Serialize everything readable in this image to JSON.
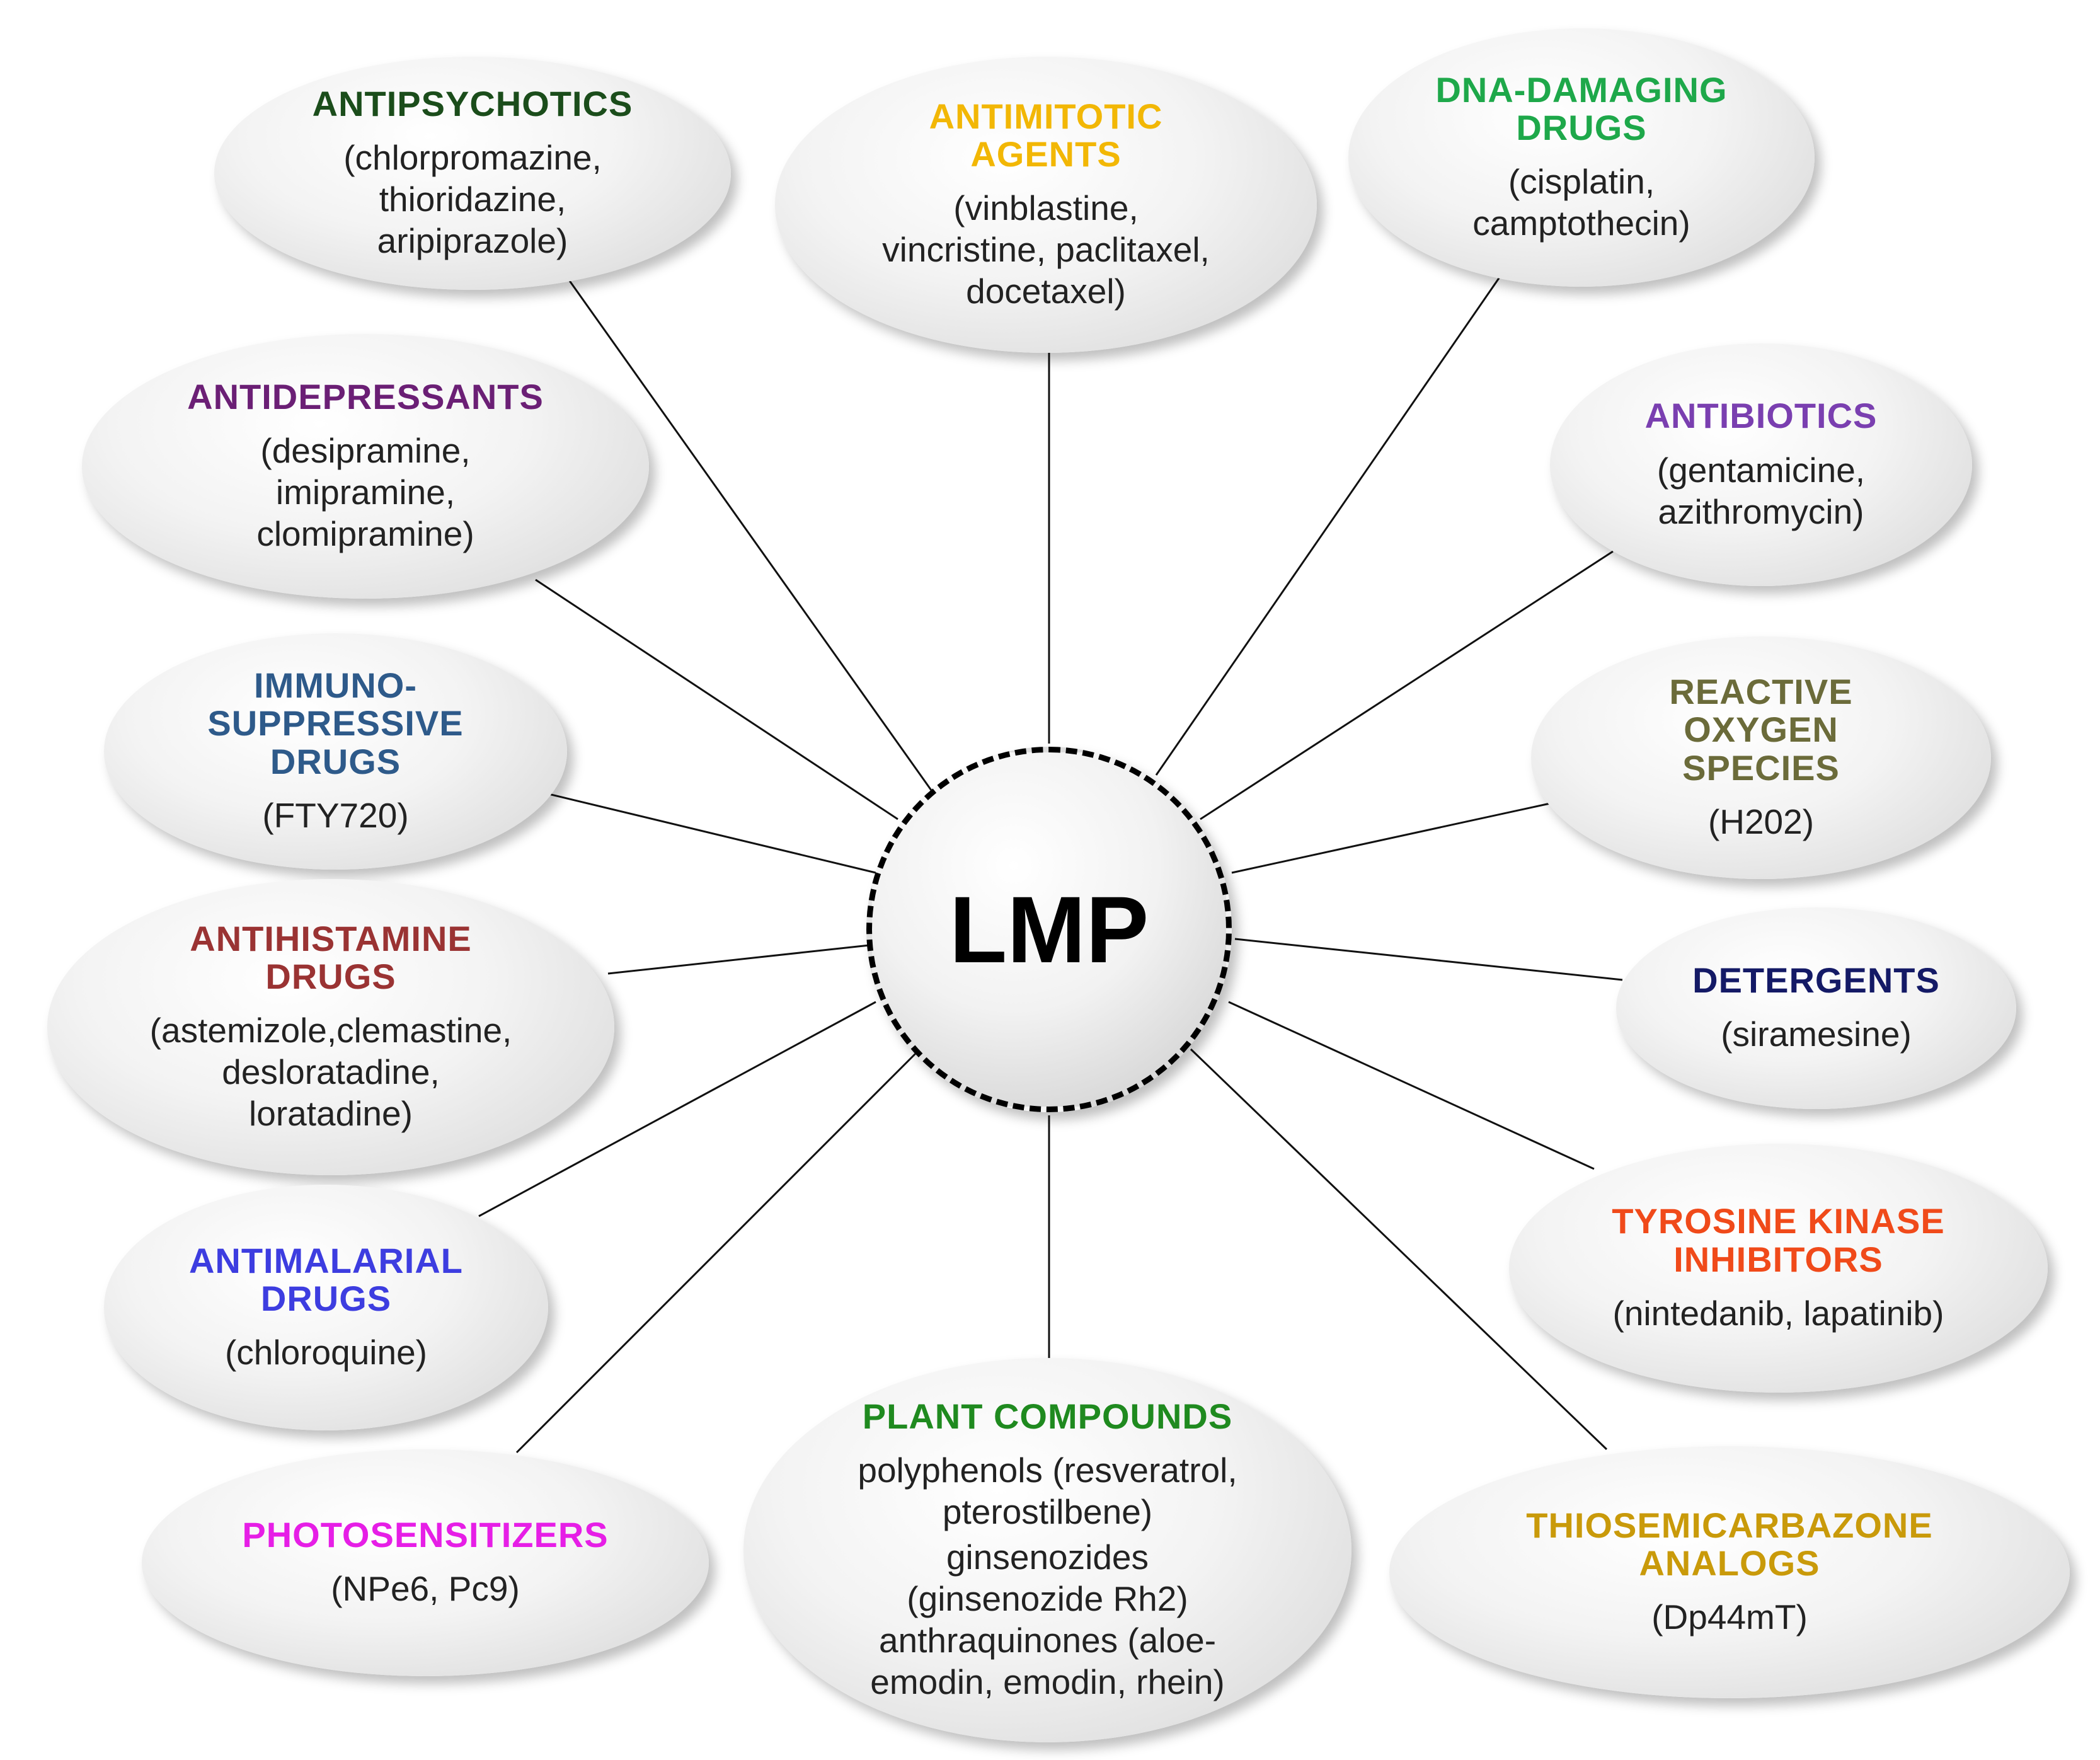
{
  "center": {
    "label": "LMP"
  },
  "nodes": [
    {
      "key": "antipsychotics",
      "title": "ANTIPSYCHOTICS",
      "color": "#1b4d1b",
      "details": [
        "(chlorpromazine,\nthioridazine,\naripiprazole)"
      ]
    },
    {
      "key": "antimitotic",
      "title": "ANTIMITOTIC\nAGENTS",
      "color": "#f2b705",
      "details": [
        "(vinblastine,\nvincristine, paclitaxel,\ndocetaxel)"
      ]
    },
    {
      "key": "dna-damaging",
      "title": "DNA-DAMAGING\nDRUGS",
      "color": "#1ea84a",
      "details": [
        "(cisplatin,\ncamptothecin)"
      ]
    },
    {
      "key": "antidepressants",
      "title": "ANTIDEPRESSANTS",
      "color": "#6b1f75",
      "details": [
        "(desipramine,\nimipramine,\nclomipramine)"
      ]
    },
    {
      "key": "antibiotics",
      "title": "ANTIBIOTICS",
      "color": "#7a3fb0",
      "details": [
        "(gentamicine,\nazithromycin)"
      ]
    },
    {
      "key": "immunosuppressive",
      "title": "IMMUNO-\nSUPPRESSIVE\nDRUGS",
      "color": "#2e5a8a",
      "details": [
        "(FTY720)"
      ]
    },
    {
      "key": "ros",
      "title": "REACTIVE\nOXYGEN\nSPECIES",
      "color": "#6b6b3a",
      "details": [
        "(H202)"
      ]
    },
    {
      "key": "antihistamine",
      "title": "ANTIHISTAMINE\nDRUGS",
      "color": "#9a3333",
      "details": [
        "(astemizole,clemastine,\ndesloratadine,\nloratadine)"
      ]
    },
    {
      "key": "detergents",
      "title": "DETERGENTS",
      "color": "#141a66",
      "details": [
        "(siramesine)"
      ]
    },
    {
      "key": "antimalarial",
      "title": "ANTIMALARIAL\nDRUGS",
      "color": "#3d3de0",
      "details": [
        "(chloroquine)"
      ]
    },
    {
      "key": "tki",
      "title": "TYROSINE KINASE\nINHIBITORS",
      "color": "#f04a1a",
      "details": [
        "(nintedanib,  lapatinib)"
      ]
    },
    {
      "key": "photosensitizers",
      "title": "PHOTOSENSITIZERS",
      "color": "#e61ee6",
      "details": [
        "(NPe6, Pc9)"
      ]
    },
    {
      "key": "plant",
      "title": "PLANT COMPOUNDS",
      "color": "#1f8a1f",
      "details": [
        "polyphenols  (resveratrol,\npterostilbene)",
        "ginsenozides\n(ginsenozide Rh2)\nanthraquinones  (aloe-\nemodin, emodin, rhein)"
      ]
    },
    {
      "key": "thiosemicarbazone",
      "title": "THIOSEMICARBAZONE\nANALOGS",
      "color": "#c99a0a",
      "details": [
        "(Dp44mT)"
      ]
    }
  ]
}
